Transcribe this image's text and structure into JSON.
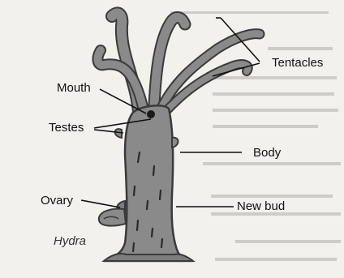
{
  "figure": {
    "caption": "Hydra",
    "labels": {
      "tentacles": "Tentacles",
      "mouth": "Mouth",
      "testes": "Testes",
      "body": "Body",
      "ovary": "Ovary",
      "new_bud": "New bud"
    }
  },
  "colors": {
    "hydra_fill": "#8a8a8a",
    "hydra_stroke": "#3a3a3a",
    "ink": "#111111",
    "paper": "#f2f1ee"
  }
}
